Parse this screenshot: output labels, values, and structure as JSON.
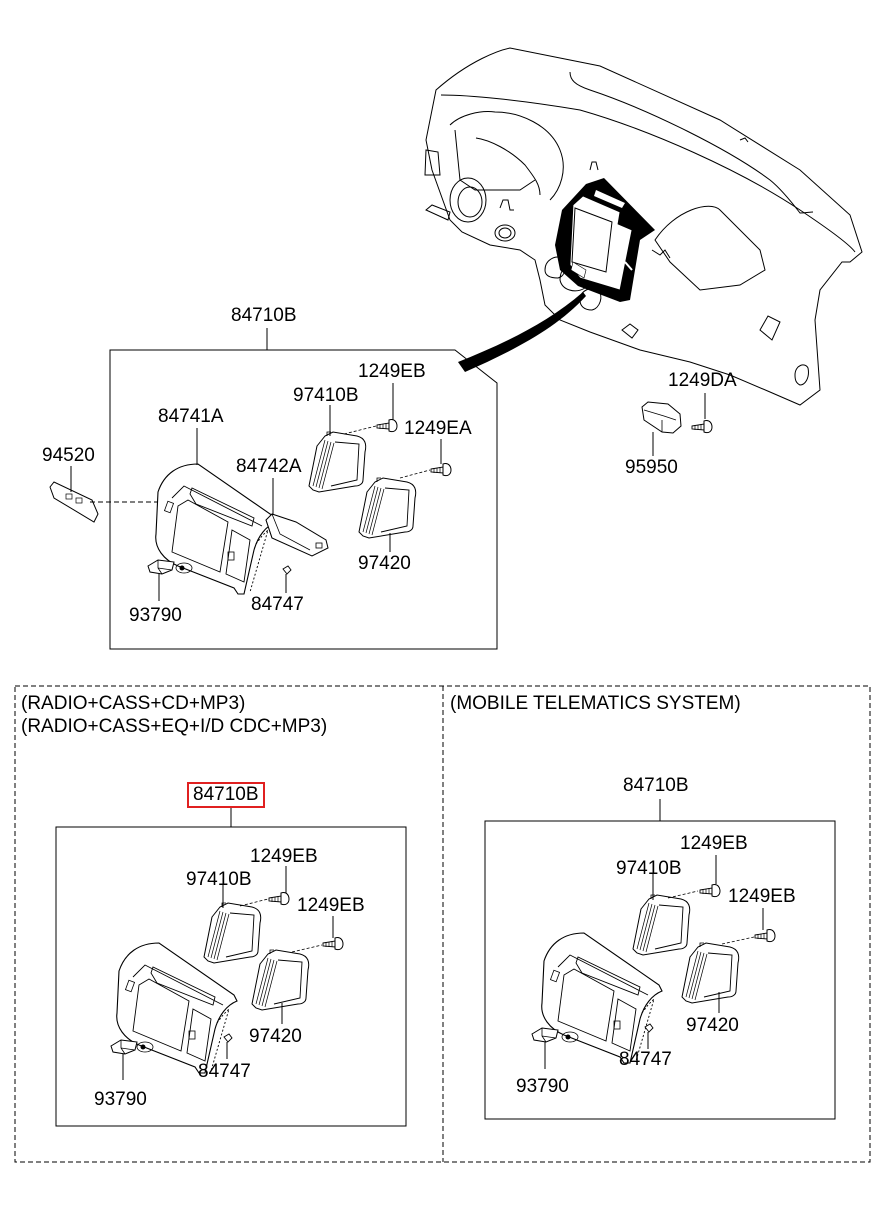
{
  "diagram": {
    "title": "Crash pad center facia panel assembly",
    "highlight_color": "#e02020",
    "main_assembly": {
      "assembly_part": "84710B",
      "parts": {
        "p94520": "94520",
        "p84741A": "84741A",
        "p84742A": "84742A",
        "p97410B": "97410B",
        "p1249EB": "1249EB",
        "p1249EA": "1249EA",
        "p97420": "97420",
        "p93790": "93790",
        "p84747": "84747"
      }
    },
    "side_parts": {
      "p1249DA": "1249DA",
      "p95950": "95950"
    },
    "variants": [
      {
        "captions": [
          "(RADIO+CASS+CD+MP3)",
          "(RADIO+CASS+EQ+I/D CDC+MP3)"
        ],
        "assembly_part": "84710B",
        "highlighted": true,
        "parts": {
          "p1249EB_a": "1249EB",
          "p97410B": "97410B",
          "p1249EB_b": "1249EB",
          "p97420": "97420",
          "p84747": "84747",
          "p93790": "93790"
        }
      },
      {
        "captions": [
          "(MOBILE TELEMATICS SYSTEM)"
        ],
        "assembly_part": "84710B",
        "highlighted": false,
        "parts": {
          "p1249EB_a": "1249EB",
          "p97410B": "97410B",
          "p1249EB_b": "1249EB",
          "p97420": "97420",
          "p84747": "84747",
          "p93790": "93790"
        }
      }
    ]
  }
}
